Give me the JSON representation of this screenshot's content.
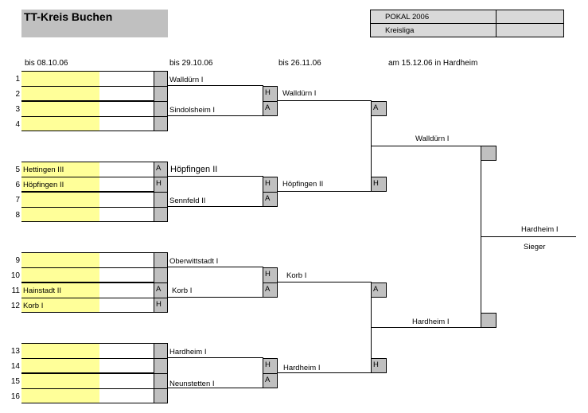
{
  "header": {
    "title": "TT-Kreis Buchen",
    "pokal": "POKAL 2006",
    "liga": "Kreisliga"
  },
  "rounds": {
    "r1": "bis  08.10.06",
    "r2": "bis  29.10.06",
    "r3": "bis  26.11.06",
    "r4": "am  15.12.06 in Hardheim"
  },
  "row_numbers": [
    "1",
    "2",
    "3",
    "4",
    "5",
    "6",
    "7",
    "8",
    "9",
    "10",
    "11",
    "12",
    "13",
    "14",
    "15",
    "16"
  ],
  "round1_teams": {
    "t5": "Hettingen III",
    "t6": "Höpfingen II",
    "t11": "Hainstadt II",
    "t12": "Korb I"
  },
  "round1_marks": {
    "m5": "A",
    "m6": "H",
    "m11": "A",
    "m12": "H"
  },
  "round2_teams": {
    "a": "Walldürn I",
    "b": "Sindolsheim I",
    "c": "Höpfingen II",
    "d": "Sennfeld II",
    "e": "Oberwittstadt I",
    "f": "Korb I",
    "g": "Hardheim I",
    "h": "Neunstetten I"
  },
  "round3_teams": {
    "a": "Walldürn I",
    "b": "Höpfingen II",
    "c": "Korb I",
    "d": "Hardheim I"
  },
  "round4_teams": {
    "a": "Walldürn I",
    "b": "Hardheim I"
  },
  "final": {
    "winner": "Hardheim I",
    "label": "Sieger"
  },
  "marks": {
    "H": "H",
    "A": "A"
  }
}
